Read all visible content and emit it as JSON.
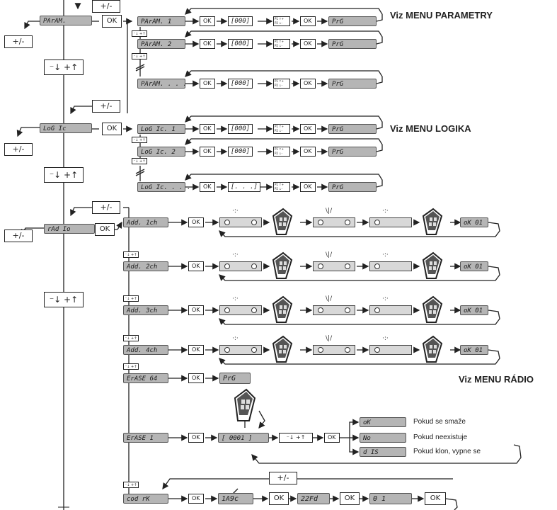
{
  "titles": {
    "parametry": "Viz MENU PARAMETRY",
    "logika": "Viz MENU LOGIKA",
    "radio": "Viz MENU RÁDIO"
  },
  "buttons": {
    "ok": "OK",
    "plus_minus": "+/-",
    "up_down": "⁻↓ +↑",
    "up_down_small": "⁻↓ +↑",
    "p1p2": "P1 ↑ +\nP2 ↓ -"
  },
  "param": {
    "menu": "PArAM.",
    "items": [
      "PArAM. 1",
      "PArAM. 2",
      "PArAM. . . ."
    ],
    "value": "[000]",
    "confirm": "PrG"
  },
  "logic": {
    "menu": "LoG Ic",
    "items": [
      "LoG Ic. 1",
      "LoG Ic. 2",
      "LoG Ic. . . ."
    ],
    "values": [
      "[000]",
      "[000]",
      "[. . .]"
    ],
    "confirm": "PrG"
  },
  "radio": {
    "menu": "rAd Io",
    "add_items": [
      "Add. 1ch",
      "Add. 2ch",
      "Add. 3ch",
      "Add. 4ch"
    ],
    "result": "oK 01",
    "erase64": "ErASE 64",
    "erase64_result": "PrG",
    "erase1": "ErASE 1",
    "erase1_value": "[ 0001 ]",
    "outcomes": [
      {
        "code": "oK",
        "text": "Pokud se smaže"
      },
      {
        "code": "No",
        "text": "Pokud neexistuje"
      },
      {
        "code": "d IS",
        "text": "Pokud klon, vypne se"
      }
    ],
    "cod_rx": "cod rK",
    "cod_seq": [
      "1A9c",
      "22Fd",
      "0 1"
    ]
  }
}
